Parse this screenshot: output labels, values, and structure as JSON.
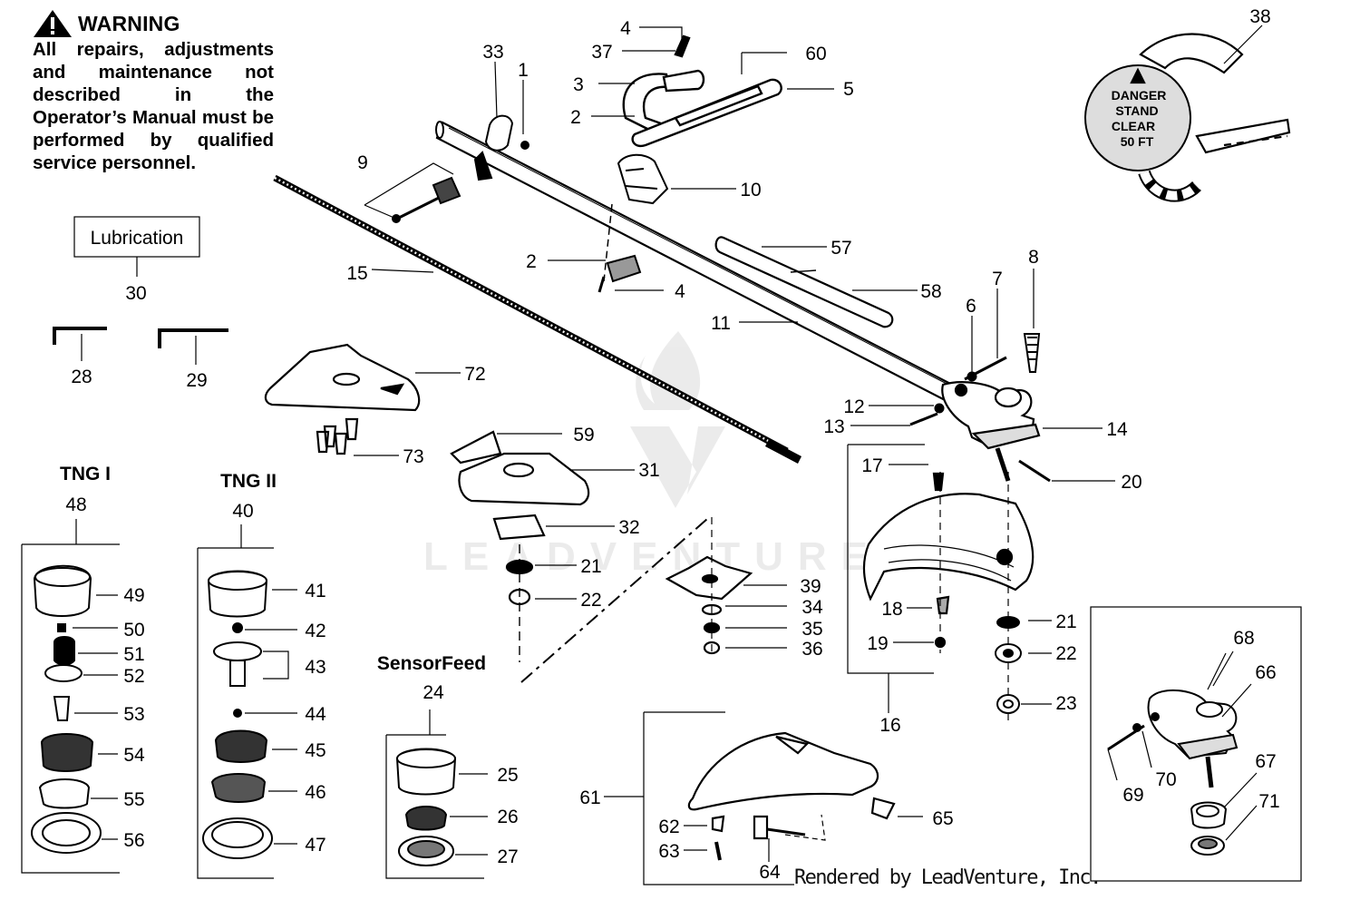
{
  "warning": {
    "title": "WARNING",
    "body": "All repairs, adjustments and maintenance not described in the Operator’s Manual must be performed by qualified service personnel."
  },
  "decal": {
    "lines": [
      "DANGER",
      "STAND",
      "CLEAR",
      "50 FT"
    ]
  },
  "group_titles": {
    "tng1": "TNG I",
    "tng2": "TNG II",
    "sensorfeed": "SensorFeed",
    "lubrication": "Lubrication"
  },
  "watermark": "LEADVENTURE",
  "credit": "Rendered by LeadVenture, Inc.",
  "callouts": [
    {
      "id": "c1",
      "t": "1"
    },
    {
      "id": "c2a",
      "t": "2"
    },
    {
      "id": "c2b",
      "t": "2"
    },
    {
      "id": "c3",
      "t": "3"
    },
    {
      "id": "c4a",
      "t": "4"
    },
    {
      "id": "c4b",
      "t": "4"
    },
    {
      "id": "c5",
      "t": "5"
    },
    {
      "id": "c6",
      "t": "6"
    },
    {
      "id": "c7",
      "t": "7"
    },
    {
      "id": "c8",
      "t": "8"
    },
    {
      "id": "c9",
      "t": "9"
    },
    {
      "id": "c10",
      "t": "10"
    },
    {
      "id": "c11",
      "t": "11"
    },
    {
      "id": "c12",
      "t": "12"
    },
    {
      "id": "c13",
      "t": "13"
    },
    {
      "id": "c14",
      "t": "14"
    },
    {
      "id": "c15",
      "t": "15"
    },
    {
      "id": "c16",
      "t": "16"
    },
    {
      "id": "c17",
      "t": "17"
    },
    {
      "id": "c18",
      "t": "18"
    },
    {
      "id": "c19",
      "t": "19"
    },
    {
      "id": "c20",
      "t": "20"
    },
    {
      "id": "c21a",
      "t": "21"
    },
    {
      "id": "c21b",
      "t": "21"
    },
    {
      "id": "c22a",
      "t": "22"
    },
    {
      "id": "c22b",
      "t": "22"
    },
    {
      "id": "c23",
      "t": "23"
    },
    {
      "id": "c24",
      "t": "24"
    },
    {
      "id": "c25",
      "t": "25"
    },
    {
      "id": "c26",
      "t": "26"
    },
    {
      "id": "c27",
      "t": "27"
    },
    {
      "id": "c28",
      "t": "28"
    },
    {
      "id": "c29",
      "t": "29"
    },
    {
      "id": "c30",
      "t": "30"
    },
    {
      "id": "c31",
      "t": "31"
    },
    {
      "id": "c32",
      "t": "32"
    },
    {
      "id": "c33",
      "t": "33"
    },
    {
      "id": "c34",
      "t": "34"
    },
    {
      "id": "c35",
      "t": "35"
    },
    {
      "id": "c36",
      "t": "36"
    },
    {
      "id": "c37",
      "t": "37"
    },
    {
      "id": "c38",
      "t": "38"
    },
    {
      "id": "c39",
      "t": "39"
    },
    {
      "id": "c40",
      "t": "40"
    },
    {
      "id": "c41",
      "t": "41"
    },
    {
      "id": "c42",
      "t": "42"
    },
    {
      "id": "c43",
      "t": "43"
    },
    {
      "id": "c44",
      "t": "44"
    },
    {
      "id": "c45",
      "t": "45"
    },
    {
      "id": "c46",
      "t": "46"
    },
    {
      "id": "c47",
      "t": "47"
    },
    {
      "id": "c48",
      "t": "48"
    },
    {
      "id": "c49",
      "t": "49"
    },
    {
      "id": "c50",
      "t": "50"
    },
    {
      "id": "c51",
      "t": "51"
    },
    {
      "id": "c52",
      "t": "52"
    },
    {
      "id": "c53",
      "t": "53"
    },
    {
      "id": "c54",
      "t": "54"
    },
    {
      "id": "c55",
      "t": "55"
    },
    {
      "id": "c56",
      "t": "56"
    },
    {
      "id": "c57",
      "t": "57"
    },
    {
      "id": "c58",
      "t": "58"
    },
    {
      "id": "c59",
      "t": "59"
    },
    {
      "id": "c60",
      "t": "60"
    },
    {
      "id": "c61",
      "t": "61"
    },
    {
      "id": "c62",
      "t": "62"
    },
    {
      "id": "c63",
      "t": "63"
    },
    {
      "id": "c64",
      "t": "64"
    },
    {
      "id": "c65",
      "t": "65"
    },
    {
      "id": "c66",
      "t": "66"
    },
    {
      "id": "c67",
      "t": "67"
    },
    {
      "id": "c68",
      "t": "68"
    },
    {
      "id": "c69",
      "t": "69"
    },
    {
      "id": "c70",
      "t": "70"
    },
    {
      "id": "c71",
      "t": "71"
    },
    {
      "id": "c72",
      "t": "72"
    },
    {
      "id": "c73",
      "t": "73"
    }
  ]
}
